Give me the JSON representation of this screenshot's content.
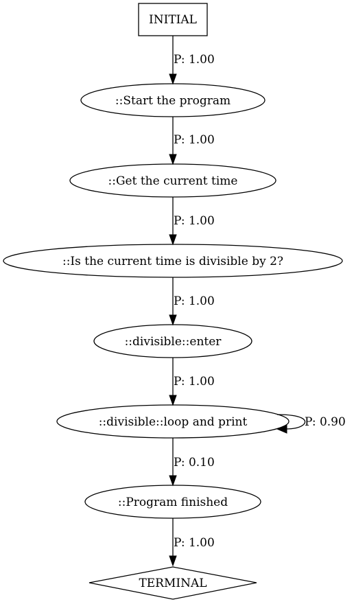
{
  "nodes": [
    {
      "label": "INITIAL",
      "shape": "box"
    },
    {
      "label": "::Start the program",
      "shape": "ellipse"
    },
    {
      "label": "::Get the current time",
      "shape": "ellipse"
    },
    {
      "label": "::Is the current time is divisible by 2?",
      "shape": "ellipse"
    },
    {
      "label": "::divisible::enter",
      "shape": "ellipse"
    },
    {
      "label": "::divisible::loop and print",
      "shape": "ellipse"
    },
    {
      "label": "::Program finished",
      "shape": "ellipse"
    },
    {
      "label": "TERMINAL",
      "shape": "diamond"
    }
  ],
  "edges": [
    {
      "from": "INITIAL",
      "to": "::Start the program",
      "label": "P: 1.00"
    },
    {
      "from": "::Start the program",
      "to": "::Get the current time",
      "label": "P: 1.00"
    },
    {
      "from": "::Get the current time",
      "to": "::Is the current time is divisible by 2?",
      "label": "P: 1.00"
    },
    {
      "from": "::Is the current time is divisible by 2?",
      "to": "::divisible::enter",
      "label": "P: 1.00"
    },
    {
      "from": "::divisible::enter",
      "to": "::divisible::loop and print",
      "label": "P: 1.00"
    },
    {
      "from": "::divisible::loop and print",
      "to": "::divisible::loop and print",
      "label": "P: 0.90"
    },
    {
      "from": "::divisible::loop and print",
      "to": "::Program finished",
      "label": "P: 0.10"
    },
    {
      "from": "::Program finished",
      "to": "TERMINAL",
      "label": "P: 1.00"
    }
  ]
}
